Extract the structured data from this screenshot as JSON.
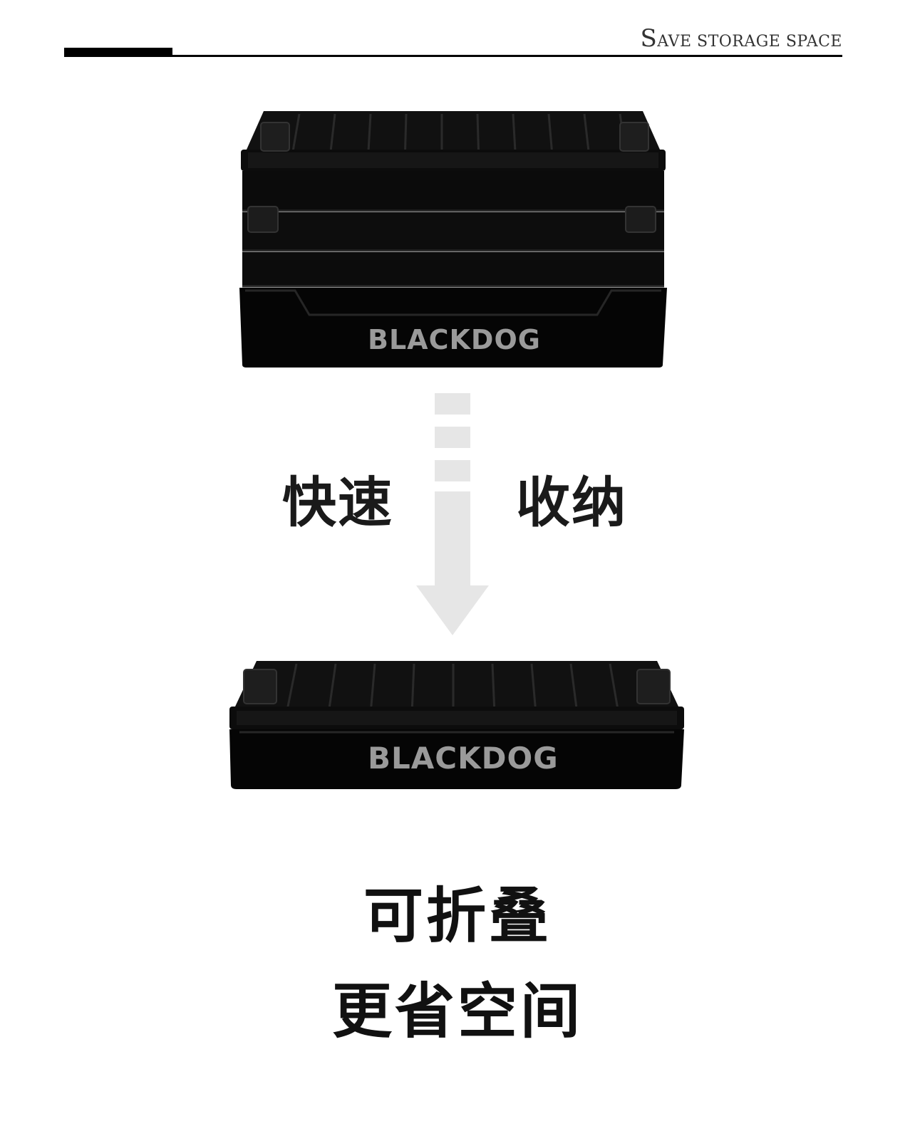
{
  "header": {
    "title_cap": "S",
    "title_rest": "AVE STORAGE SPACE"
  },
  "product": {
    "brand": "BLACKDOG",
    "brand_color": "#9a9a9a",
    "box_color": "#0a0a0a"
  },
  "arrow": {
    "color": "#e6e6e6",
    "label_left": "快速",
    "label_right": "收纳"
  },
  "captions": {
    "line1": "可折叠",
    "line2": "更省空间"
  }
}
